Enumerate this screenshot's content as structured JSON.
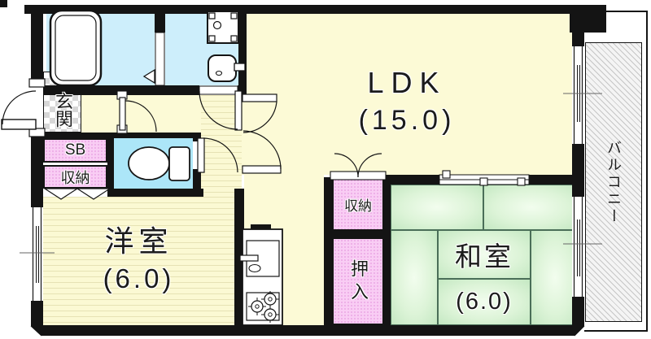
{
  "plan": {
    "ldk": {
      "label": "LDK",
      "area": "(15.0)"
    },
    "western_room": {
      "label": "洋室",
      "area": "(6.0)"
    },
    "japanese_room": {
      "label": "和室",
      "area": "(6.0)"
    },
    "entrance": {
      "label": "玄関"
    },
    "shoe_box": {
      "label": "SB"
    },
    "hall_storage": {
      "label": "収納"
    },
    "ldk_storage": {
      "label": "収納"
    },
    "closet": {
      "label": "押入"
    },
    "balcony": {
      "label": "バルコニー"
    }
  },
  "fixtures": [
    "bathtub",
    "washing-machine-pan",
    "washbasin",
    "toilet",
    "kitchen-sink",
    "gas-stove"
  ],
  "colors": {
    "wall": "#141414",
    "ldk_floor": "#fcfad6",
    "wet_area_blue": "#cdeefb",
    "toilet_blue": "#ace6f8",
    "closet_pink": "#f9cdf4",
    "tatami_green": "#d9f1d5",
    "flooring_stripe": "#e6e2b4",
    "balcony_hatch": "#c6c6c6"
  }
}
